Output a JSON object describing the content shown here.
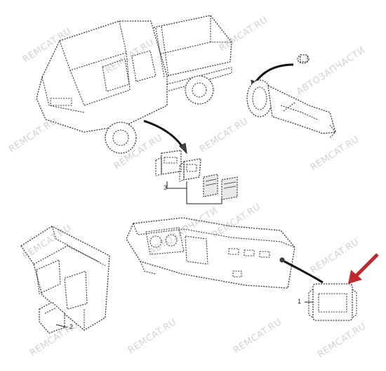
{
  "callouts": {
    "c1": "1",
    "c2": "2",
    "c3": "3"
  },
  "watermarks": {
    "w_remcat": "REMCAT.RU",
    "w_avto": "АВТОЗАПЧАСТИ"
  },
  "colors": {
    "highlight_arrow": "#c0282d",
    "line": "#333333"
  }
}
